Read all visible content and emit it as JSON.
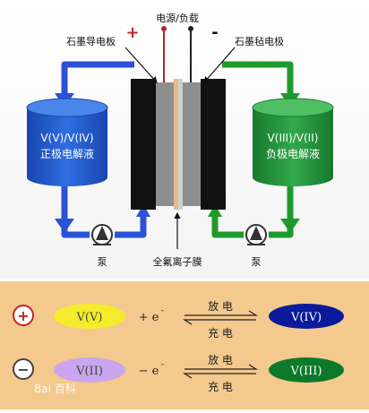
{
  "diagram": {
    "power_load_label": "电源/负载",
    "plus_sign": "+",
    "minus_sign": "-",
    "left_electrode_label": "石墨导电板",
    "right_electrode_label": "石墨毡电极",
    "left_tank": {
      "line1": "V(V)/V(IV)",
      "line2": "正极电解液"
    },
    "right_tank": {
      "line1": "V(III)/V(II)",
      "line2": "负极电解液"
    },
    "pump_left_label": "泵",
    "pump_right_label": "泵",
    "membrane_label": "全氟离子膜"
  },
  "reactions": {
    "row1": {
      "sign": "+",
      "left_species": "V(V)",
      "electron": "+ e",
      "electron_sup": "-",
      "discharge": "放 电",
      "charge": "充 电",
      "right_species": "V(IV)"
    },
    "row2": {
      "sign": "−",
      "left_species": "V(II)",
      "electron": "− e",
      "electron_sup": "-",
      "discharge": "放 电",
      "charge": "充 电",
      "right_species": "V(III)"
    }
  },
  "watermark": "Bai 百科",
  "colors": {
    "pos_flow": "#2a52d6",
    "neg_flow": "#1e9a2a",
    "left_tank": "#1f58c8",
    "right_tank": "#1f8f3a",
    "row1_left": "#f4ec2a",
    "row1_right": "#0a1a9a",
    "row2_left": "#c9a6ee",
    "row2_right": "#0c7a2a",
    "reaction_bg": "#f3c98e"
  }
}
